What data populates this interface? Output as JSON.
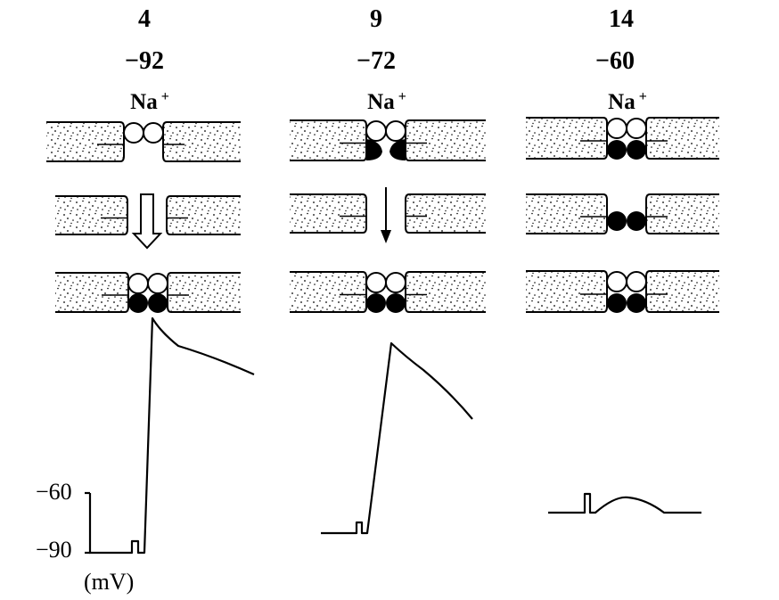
{
  "columns": [
    {
      "pulse_number": "4",
      "membrane_potential": "−92",
      "ion": "Na",
      "ion_charge": "+"
    },
    {
      "pulse_number": "9",
      "membrane_potential": "−72",
      "ion": "Na",
      "ion_charge": "+"
    },
    {
      "pulse_number": "14",
      "membrane_potential": "−60",
      "ion": "Na",
      "ion_charge": "+"
    }
  ],
  "scale": {
    "tick_upper": "−60",
    "tick_lower": "−90",
    "unit": "(mV)"
  },
  "colors": {
    "ink": "#000000",
    "paper": "#ffffff"
  }
}
